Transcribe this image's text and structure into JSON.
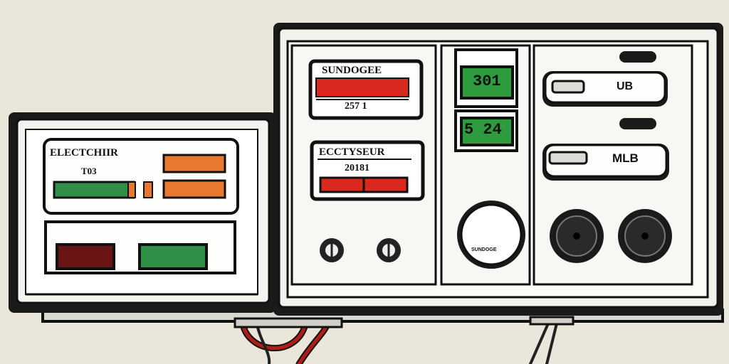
{
  "left_unit": {
    "title": "ELECTCHIIR",
    "code": "T03",
    "status_colors": {
      "orange": "#e8782e",
      "green": "#2f8f46",
      "dark_red": "#6b1414"
    }
  },
  "right_unit": {
    "meter_top": {
      "title": "SUNDOGEE",
      "readout": "257 1"
    },
    "meter_mid": {
      "title": "ECCTYSEUR",
      "readout": "20181"
    },
    "display_top": {
      "value": "301"
    },
    "display_bottom": {
      "value": "5 24"
    },
    "switch_top_label": "UB",
    "switch_bottom_label": "MLB",
    "dial_label": "SUNDOGE",
    "colors": {
      "red": "#d9281e",
      "green": "#2e9b3f",
      "panel": "#f2f1ec"
    }
  }
}
